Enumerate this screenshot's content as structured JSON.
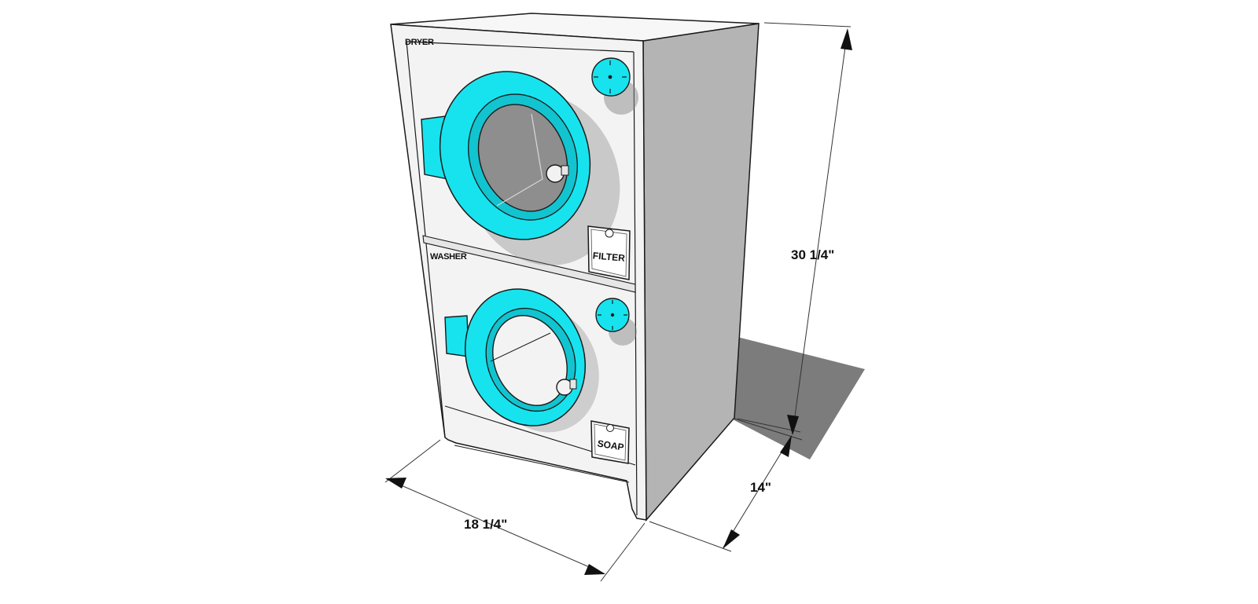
{
  "labels": {
    "dryer": "DRYER",
    "washer": "WASHER",
    "filter": "FILTER",
    "soap": "SOAP"
  },
  "dimensions": {
    "height": "30 1/4\"",
    "depth": "14\"",
    "width": "18 1/4\""
  },
  "colors": {
    "accent": "#17e3ee",
    "accent_shadow": "#11c4cf",
    "front": "#f3f3f3",
    "side": "#b4b4b4",
    "top": "#f7f7f7",
    "shadow": "#7c7c7c",
    "window": "#8e8e8e",
    "outline": "#1a1a1a"
  }
}
